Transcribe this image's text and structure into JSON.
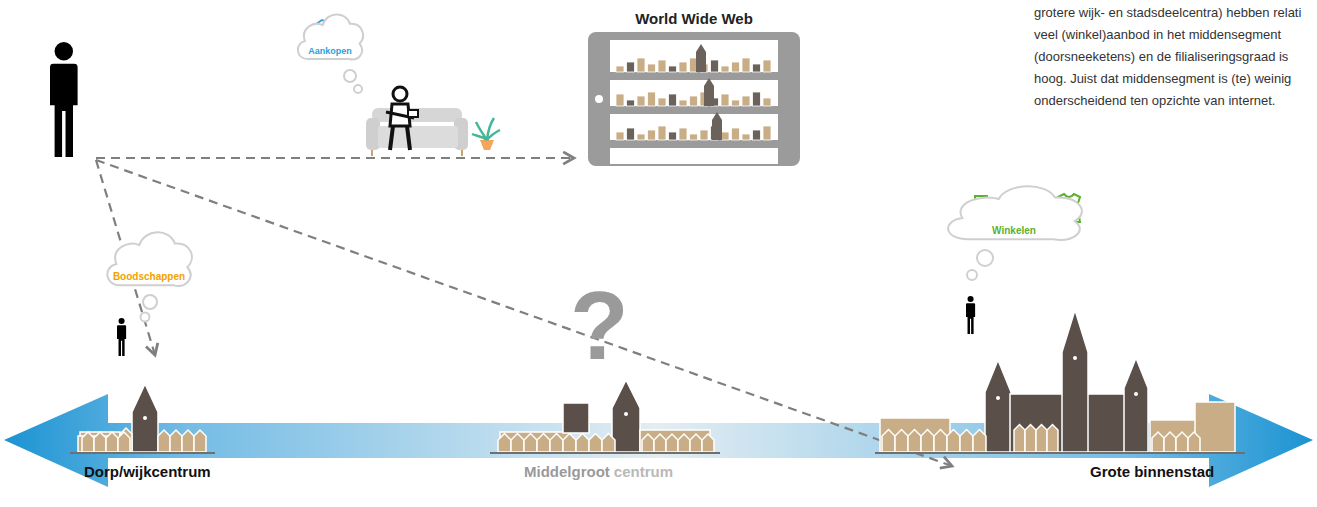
{
  "diagram": {
    "nodes": [
      {
        "text": [
          "Aankopen"
        ]
      },
      {
        "text": [
          "World Wide Web"
        ]
      },
      {
        "text": [
          "Boodschappen"
        ]
      },
      {
        "text": [
          "Winkelen"
        ]
      }
    ],
    "labels": [
      "Dorp/wijkcentrum",
      "?",
      "Middelgroot",
      "centrum",
      "Grote binnenstad",
      "grotere wijk- en stadsdeelcentra) hebben relati veel (winkel)aanbod in het middensegment (doorsneeketens) en de filialiseringsgraad is hoog. Juist dat middensegment is (te) weinig onderscheidend ten opzichte van internet."
    ]
  }
}
